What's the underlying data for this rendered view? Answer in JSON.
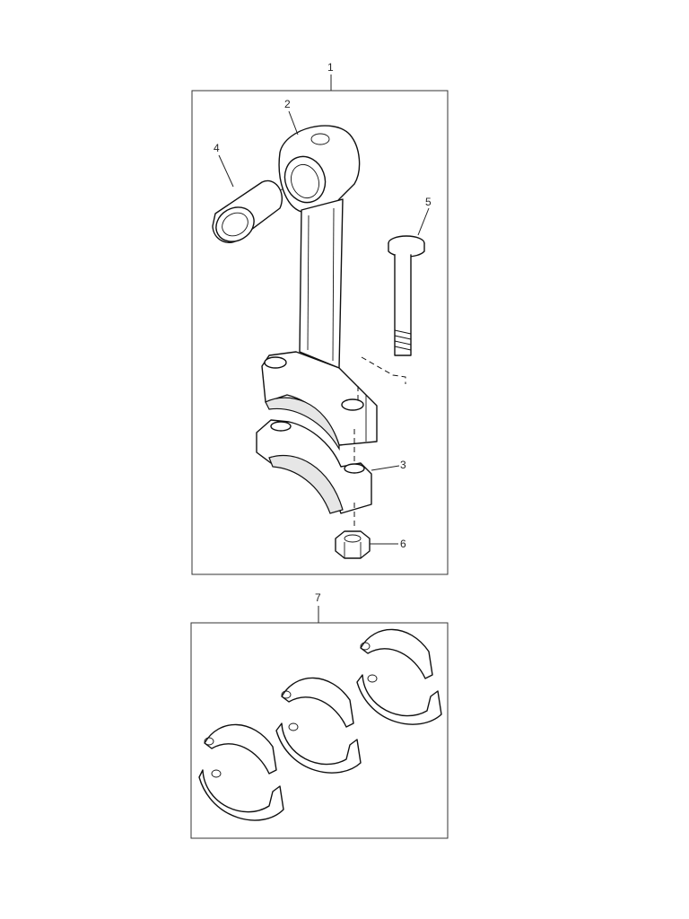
{
  "assembly_1": {
    "ref": "1"
  },
  "parts": {
    "rod": "2",
    "cap": "3",
    "bushing": "4",
    "bolt": "5",
    "nut": "6"
  },
  "assembly_7": {
    "ref": "7"
  }
}
